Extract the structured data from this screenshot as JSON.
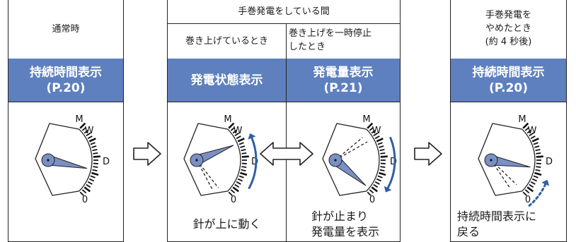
{
  "panels": {
    "normal": {
      "header": "通常時",
      "band_line1": "持続時間表示",
      "band_line2": "(P.20)"
    },
    "cranking": {
      "group_header": "手巻発電をしている間",
      "winding": {
        "subheader": "巻き上げているとき",
        "band_line1": "発電状態表示",
        "caption": "針が上に動く"
      },
      "paused": {
        "subheader_line1": "巻き上げを一時停止",
        "subheader_line2": "したとき",
        "band_line1": "発電量表示",
        "band_line2": "(P.21)",
        "caption_line1": "針が止まり",
        "caption_line2": "発電量を表示"
      }
    },
    "stopped": {
      "header_line1": "手巻発電を",
      "header_line2": "やめたとき",
      "header_line3": "(約 4 秒後)",
      "band_line1": "持続時間表示",
      "band_line2": "(P.20)",
      "caption_line1": "持続時間表示に",
      "caption_line2": "戻る"
    }
  },
  "gauge_labels": {
    "m": "M",
    "w": "W",
    "d": "D",
    "zero": "0"
  },
  "colors": {
    "band": "#5e80bf",
    "hand": "#7a90c4",
    "arrow": "#2f5fa6"
  },
  "icons": [
    "right-arrow-icon",
    "right-arrow-icon",
    "double-arrow-icon",
    "right-arrow-icon",
    "up-arrow-icon",
    "down-arrow-icon",
    "dotted-up-arrow-icon"
  ]
}
